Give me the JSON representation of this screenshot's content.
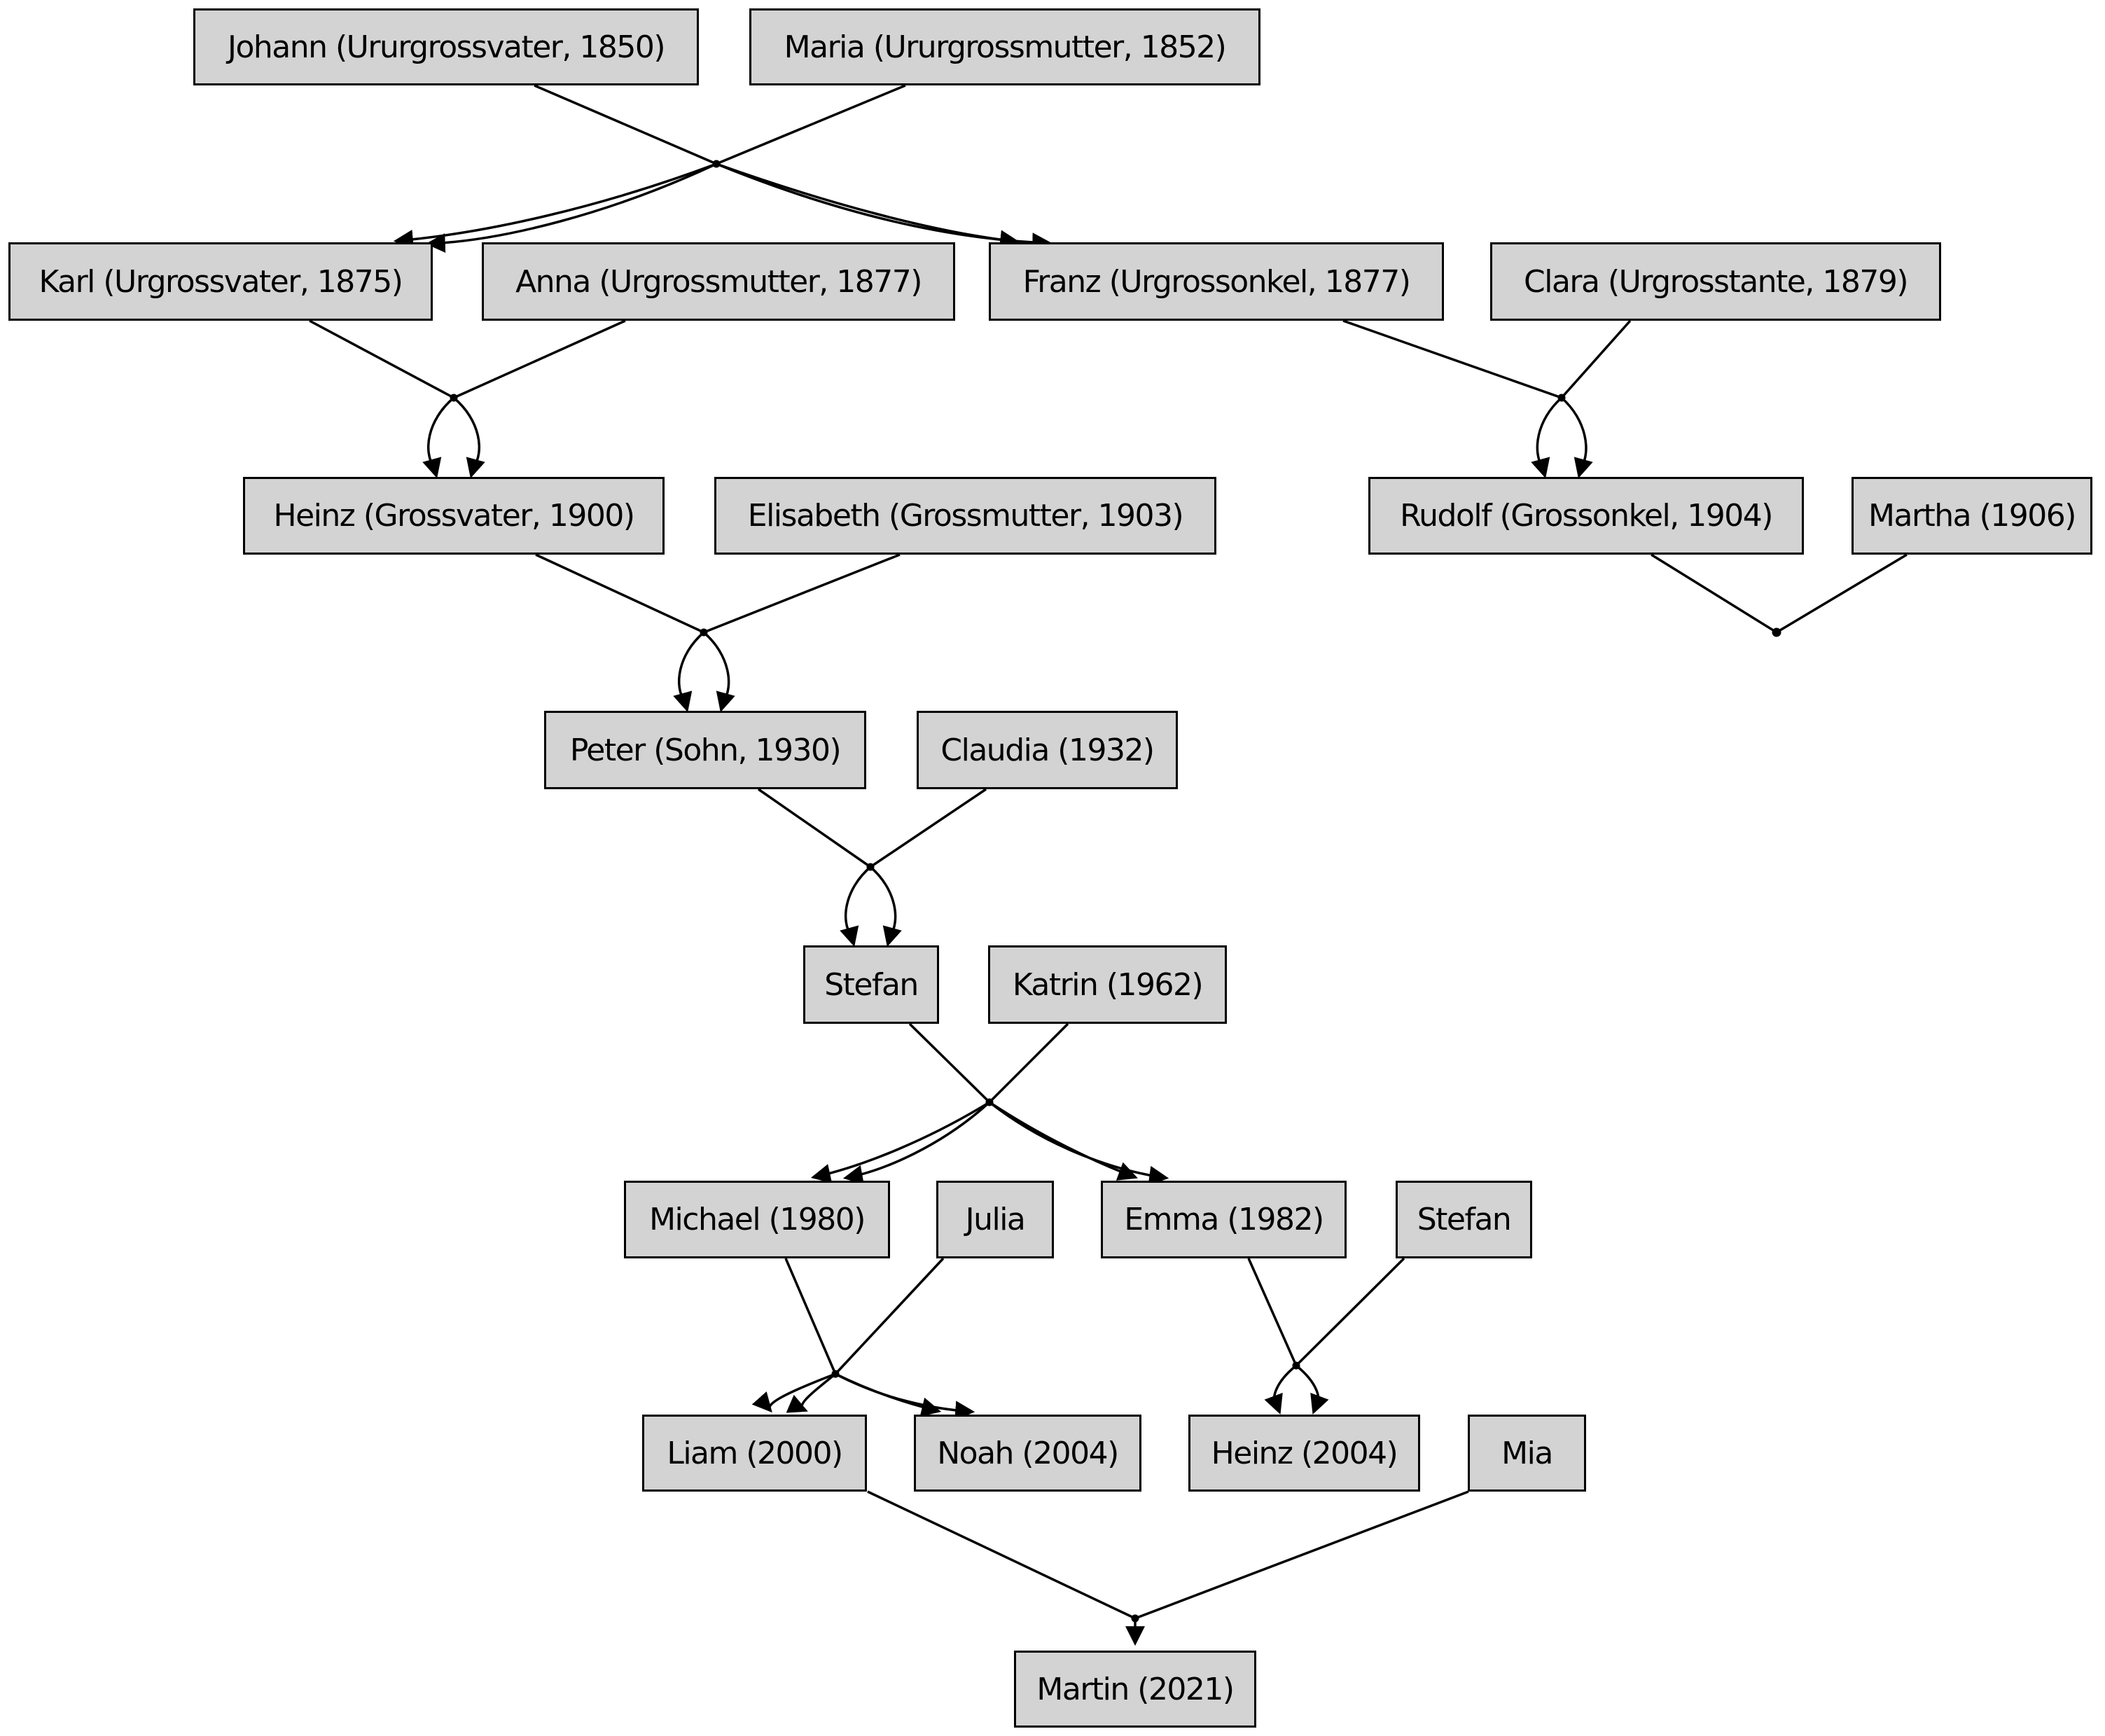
{
  "diagram": {
    "type": "family-tree",
    "background": "#ffffff",
    "colors": {
      "node_fill": "#d3d3d3",
      "node_border": "#000000",
      "edge": "#000000",
      "text": "#000000"
    }
  },
  "nodes": [
    {
      "id": "johann",
      "label": "Johann (Ururgrossvater, 1850)"
    },
    {
      "id": "maria",
      "label": "Maria (Ururgrossmutter, 1852)"
    },
    {
      "id": "karl",
      "label": "Karl (Urgrossvater, 1875)"
    },
    {
      "id": "anna",
      "label": "Anna (Urgrossmutter, 1877)"
    },
    {
      "id": "franz",
      "label": "Franz (Urgrossonkel, 1877)"
    },
    {
      "id": "clara",
      "label": "Clara (Urgrosstante, 1879)"
    },
    {
      "id": "heinz_sr",
      "label": "Heinz (Grossvater, 1900)"
    },
    {
      "id": "elisabeth",
      "label": "Elisabeth (Grossmutter, 1903)"
    },
    {
      "id": "rudolf",
      "label": "Rudolf (Grossonkel, 1904)"
    },
    {
      "id": "martha",
      "label": "Martha (1906)"
    },
    {
      "id": "peter",
      "label": "Peter (Sohn, 1930)"
    },
    {
      "id": "claudia",
      "label": "Claudia (1932)"
    },
    {
      "id": "stefan_sr",
      "label": "Stefan"
    },
    {
      "id": "katrin",
      "label": "Katrin (1962)"
    },
    {
      "id": "michael",
      "label": "Michael (1980)"
    },
    {
      "id": "julia",
      "label": "Julia"
    },
    {
      "id": "emma",
      "label": "Emma (1982)"
    },
    {
      "id": "stefan_jr",
      "label": "Stefan"
    },
    {
      "id": "liam",
      "label": "Liam (2000)"
    },
    {
      "id": "noah",
      "label": "Noah (2004)"
    },
    {
      "id": "heinz_jr",
      "label": "Heinz (2004)"
    },
    {
      "id": "mia",
      "label": "Mia"
    },
    {
      "id": "martin",
      "label": "Martin (2021)"
    }
  ],
  "families": [
    {
      "parents": [
        "Johann",
        "Maria"
      ],
      "children": [
        "Karl",
        "Franz"
      ]
    },
    {
      "parents": [
        "Karl",
        "Anna"
      ],
      "children": [
        "Heinz (Grossvater)"
      ]
    },
    {
      "parents": [
        "Franz",
        "Clara"
      ],
      "children": [
        "Rudolf"
      ]
    },
    {
      "parents": [
        "Rudolf",
        "Martha"
      ],
      "children": []
    },
    {
      "parents": [
        "Heinz",
        "Elisabeth"
      ],
      "children": [
        "Peter"
      ]
    },
    {
      "parents": [
        "Peter",
        "Claudia"
      ],
      "children": [
        "Stefan"
      ]
    },
    {
      "parents": [
        "Stefan",
        "Katrin"
      ],
      "children": [
        "Michael",
        "Emma"
      ]
    },
    {
      "parents": [
        "Michael",
        "Julia"
      ],
      "children": [
        "Liam",
        "Noah"
      ]
    },
    {
      "parents": [
        "Emma",
        "Stefan"
      ],
      "children": [
        "Heinz (2004)"
      ]
    },
    {
      "parents": [
        "Liam",
        "Mia"
      ],
      "children": [
        "Martin"
      ]
    }
  ]
}
